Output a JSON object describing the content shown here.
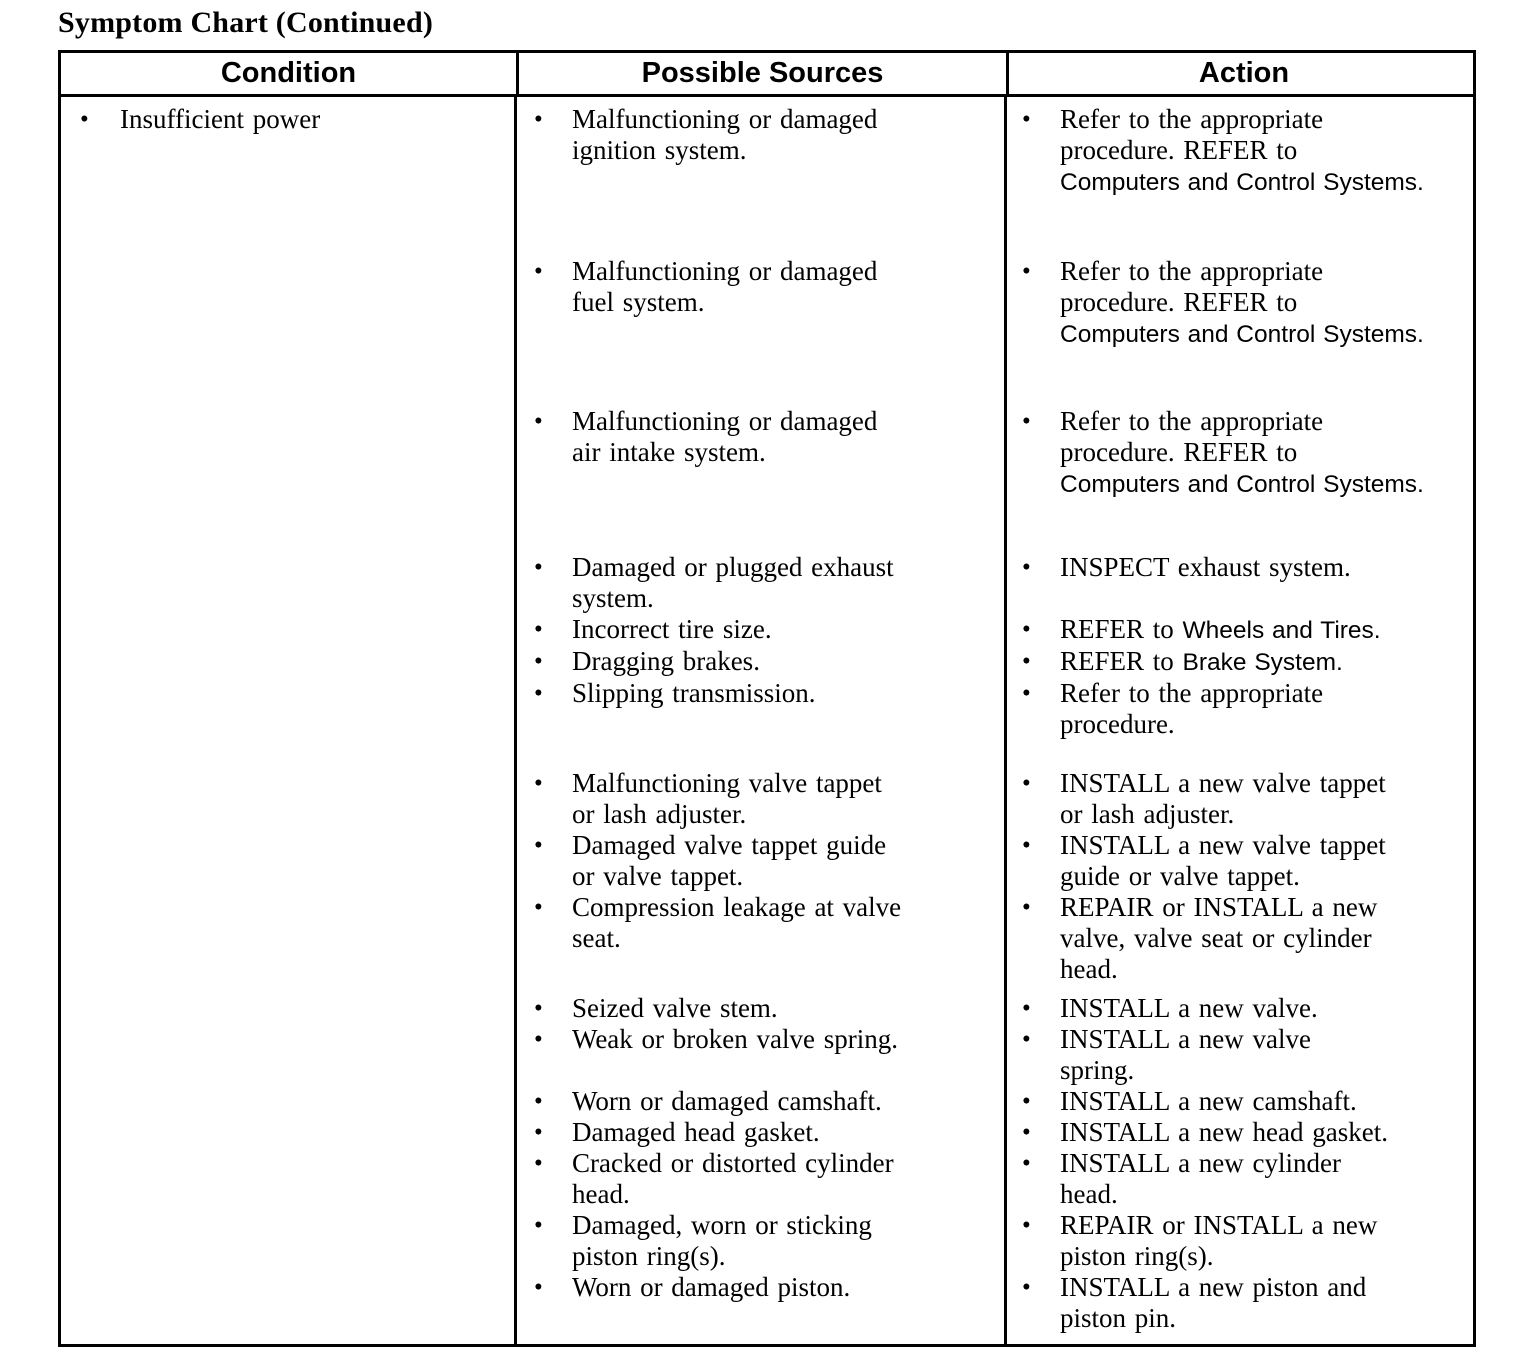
{
  "page": {
    "title": "Symptom Chart (Continued)"
  },
  "colors": {
    "ink": "#000000",
    "paper": "#ffffff"
  },
  "table": {
    "headers": [
      {
        "label": "Condition"
      },
      {
        "label": "Possible Sources"
      },
      {
        "label": "Action"
      }
    ],
    "condition": {
      "bullet": "•",
      "text": "Insufficient power"
    },
    "pairs": [
      {
        "gap": 0,
        "source": [
          {
            "f": "serif",
            "t": "Malfunctioning or damaged\nignition system."
          }
        ],
        "action": [
          {
            "f": "serif",
            "t": "Refer to the appropriate\nprocedure. REFER to\n"
          },
          {
            "f": "sans",
            "t": "Computers and Control Systems."
          }
        ]
      },
      {
        "gap": 58,
        "source": [
          {
            "f": "serif",
            "t": "Malfunctioning or damaged\nfuel system."
          }
        ],
        "action": [
          {
            "f": "serif",
            "t": "Refer to the appropriate\nprocedure. REFER to\n"
          },
          {
            "f": "sans",
            "t": "Computers and Control Systems."
          }
        ]
      },
      {
        "gap": 56,
        "source": [
          {
            "f": "serif",
            "t": "Malfunctioning or damaged\nair intake system."
          }
        ],
        "action": [
          {
            "f": "serif",
            "t": "Refer to the appropriate\nprocedure. REFER to\n"
          },
          {
            "f": "sans",
            "t": "Computers and Control Systems."
          }
        ]
      },
      {
        "gap": 52,
        "source": [
          {
            "f": "serif",
            "t": "Damaged or plugged exhaust\nsystem."
          }
        ],
        "action": [
          {
            "f": "serif",
            "t": "INSPECT exhaust system."
          }
        ]
      },
      {
        "gap": 0,
        "source": [
          {
            "f": "serif",
            "t": "Incorrect tire size."
          }
        ],
        "action": [
          {
            "f": "serif",
            "t": "REFER to "
          },
          {
            "f": "sans",
            "t": "Wheels and Tires."
          }
        ]
      },
      {
        "gap": 0,
        "source": [
          {
            "f": "serif",
            "t": "Dragging brakes."
          }
        ],
        "action": [
          {
            "f": "serif",
            "t": "REFER to "
          },
          {
            "f": "sans",
            "t": "Brake System."
          }
        ]
      },
      {
        "gap": 0,
        "source": [
          {
            "f": "serif",
            "t": "Slipping transmission."
          }
        ],
        "action": [
          {
            "f": "serif",
            "t": "Refer to the appropriate\nprocedure."
          }
        ]
      },
      {
        "gap": 28,
        "source": [
          {
            "f": "serif",
            "t": "Malfunctioning valve tappet\nor lash adjuster."
          }
        ],
        "action": [
          {
            "f": "serif",
            "t": "INSTALL a new valve tappet\nor lash adjuster."
          }
        ]
      },
      {
        "gap": 0,
        "source": [
          {
            "f": "serif",
            "t": "Damaged valve tappet guide\nor valve tappet."
          }
        ],
        "action": [
          {
            "f": "serif",
            "t": "INSTALL a new valve tappet\nguide or valve tappet."
          }
        ]
      },
      {
        "gap": 0,
        "source": [
          {
            "f": "serif",
            "t": "Compression leakage at valve\nseat."
          }
        ],
        "action": [
          {
            "f": "serif",
            "t": "REPAIR or INSTALL a new\nvalve, valve seat or cylinder\nhead."
          }
        ]
      },
      {
        "gap": 8,
        "source": [
          {
            "f": "serif",
            "t": "Seized valve stem."
          }
        ],
        "action": [
          {
            "f": "serif",
            "t": "INSTALL a new valve."
          }
        ]
      },
      {
        "gap": 0,
        "source": [
          {
            "f": "serif",
            "t": "Weak or broken valve spring."
          }
        ],
        "action": [
          {
            "f": "serif",
            "t": "INSTALL a new valve\nspring."
          }
        ]
      },
      {
        "gap": 0,
        "source": [
          {
            "f": "serif",
            "t": "Worn or damaged camshaft."
          }
        ],
        "action": [
          {
            "f": "serif",
            "t": "INSTALL a new camshaft."
          }
        ]
      },
      {
        "gap": 0,
        "source": [
          {
            "f": "serif",
            "t": "Damaged head gasket."
          }
        ],
        "action": [
          {
            "f": "serif",
            "t": "INSTALL a new head gasket."
          }
        ]
      },
      {
        "gap": 0,
        "source": [
          {
            "f": "serif",
            "t": "Cracked or distorted cylinder\nhead."
          }
        ],
        "action": [
          {
            "f": "serif",
            "t": "INSTALL a new cylinder\nhead."
          }
        ]
      },
      {
        "gap": 0,
        "source": [
          {
            "f": "serif",
            "t": "Damaged, worn or sticking\npiston ring(s)."
          }
        ],
        "action": [
          {
            "f": "serif",
            "t": "REPAIR or INSTALL a new\npiston ring(s)."
          }
        ]
      },
      {
        "gap": 0,
        "source": [
          {
            "f": "serif",
            "t": "Worn or damaged piston."
          }
        ],
        "action": [
          {
            "f": "serif",
            "t": "INSTALL a new piston and\npiston pin."
          }
        ]
      }
    ]
  }
}
